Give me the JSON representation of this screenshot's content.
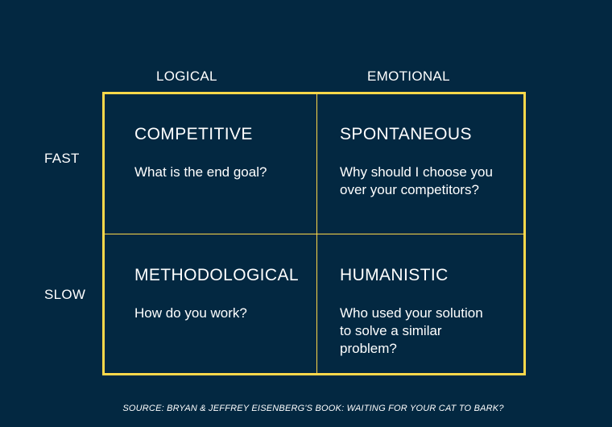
{
  "columns": {
    "left": "LOGICAL",
    "right": "EMOTIONAL"
  },
  "rows": {
    "top": "FAST",
    "bottom": "SLOW"
  },
  "quadrants": {
    "top_left": {
      "title": "COMPETITIVE",
      "question": "What is the end goal?"
    },
    "top_right": {
      "title": "SPONTANEOUS",
      "question": "Why should I choose you over your competitors?"
    },
    "bottom_left": {
      "title": "METHODOLOGICAL",
      "question": "How do you work?"
    },
    "bottom_right": {
      "title": "HUMANISTIC",
      "question": "Who used your solution to solve a similar problem?"
    }
  },
  "source": "SOURCE: BRYAN & JEFFREY EISENBERG'S BOOK: WAITING FOR YOUR CAT TO BARK?",
  "colors": {
    "background": "#032841",
    "grid_border": "#ffd84a",
    "text": "#ffffff"
  }
}
